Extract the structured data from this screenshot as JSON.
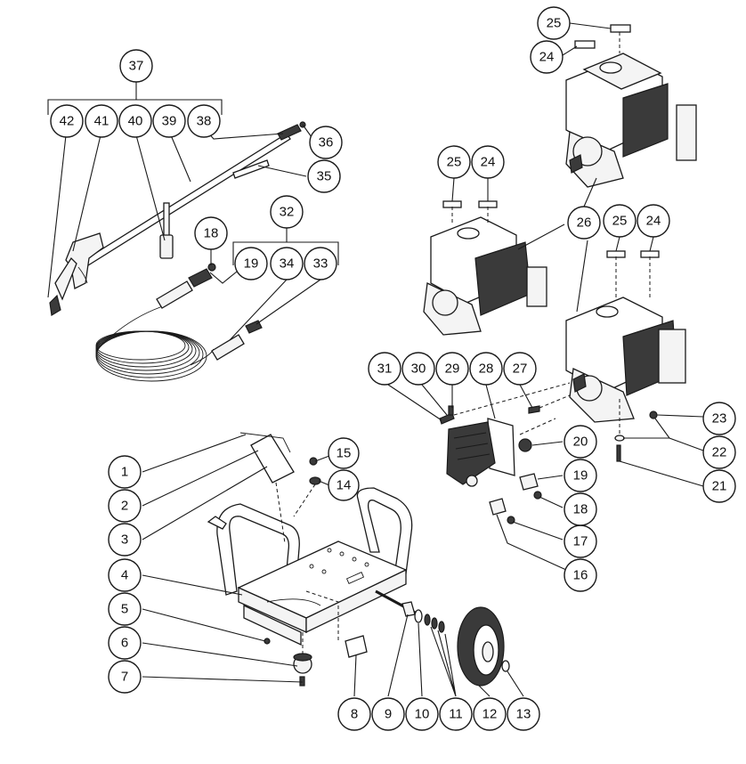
{
  "callouts": [
    {
      "id": "c1",
      "label": "1"
    },
    {
      "id": "c2",
      "label": "2"
    },
    {
      "id": "c3",
      "label": "3"
    },
    {
      "id": "c4",
      "label": "4"
    },
    {
      "id": "c5",
      "label": "5"
    },
    {
      "id": "c6",
      "label": "6"
    },
    {
      "id": "c7",
      "label": "7"
    },
    {
      "id": "c8",
      "label": "8"
    },
    {
      "id": "c9",
      "label": "9"
    },
    {
      "id": "c10",
      "label": "10"
    },
    {
      "id": "c11",
      "label": "11"
    },
    {
      "id": "c12",
      "label": "12"
    },
    {
      "id": "c13",
      "label": "13"
    },
    {
      "id": "c14",
      "label": "14"
    },
    {
      "id": "c15",
      "label": "15"
    },
    {
      "id": "c16",
      "label": "16"
    },
    {
      "id": "c17",
      "label": "17"
    },
    {
      "id": "c18a",
      "label": "18"
    },
    {
      "id": "c18b",
      "label": "18"
    },
    {
      "id": "c19a",
      "label": "19"
    },
    {
      "id": "c19b",
      "label": "19"
    },
    {
      "id": "c20",
      "label": "20"
    },
    {
      "id": "c21",
      "label": "21"
    },
    {
      "id": "c22",
      "label": "22"
    },
    {
      "id": "c23",
      "label": "23"
    },
    {
      "id": "c24a",
      "label": "24"
    },
    {
      "id": "c24b",
      "label": "24"
    },
    {
      "id": "c24c",
      "label": "24"
    },
    {
      "id": "c25a",
      "label": "25"
    },
    {
      "id": "c25b",
      "label": "25"
    },
    {
      "id": "c25c",
      "label": "25"
    },
    {
      "id": "c26",
      "label": "26"
    },
    {
      "id": "c27",
      "label": "27"
    },
    {
      "id": "c28",
      "label": "28"
    },
    {
      "id": "c29",
      "label": "29"
    },
    {
      "id": "c30",
      "label": "30"
    },
    {
      "id": "c31",
      "label": "31"
    },
    {
      "id": "c32",
      "label": "32"
    },
    {
      "id": "c33",
      "label": "33"
    },
    {
      "id": "c34",
      "label": "34"
    },
    {
      "id": "c35",
      "label": "35"
    },
    {
      "id": "c36",
      "label": "36"
    },
    {
      "id": "c37",
      "label": "37"
    },
    {
      "id": "c38",
      "label": "38"
    },
    {
      "id": "c39",
      "label": "39"
    },
    {
      "id": "c40",
      "label": "40"
    },
    {
      "id": "c41",
      "label": "41"
    },
    {
      "id": "c42",
      "label": "42"
    }
  ]
}
